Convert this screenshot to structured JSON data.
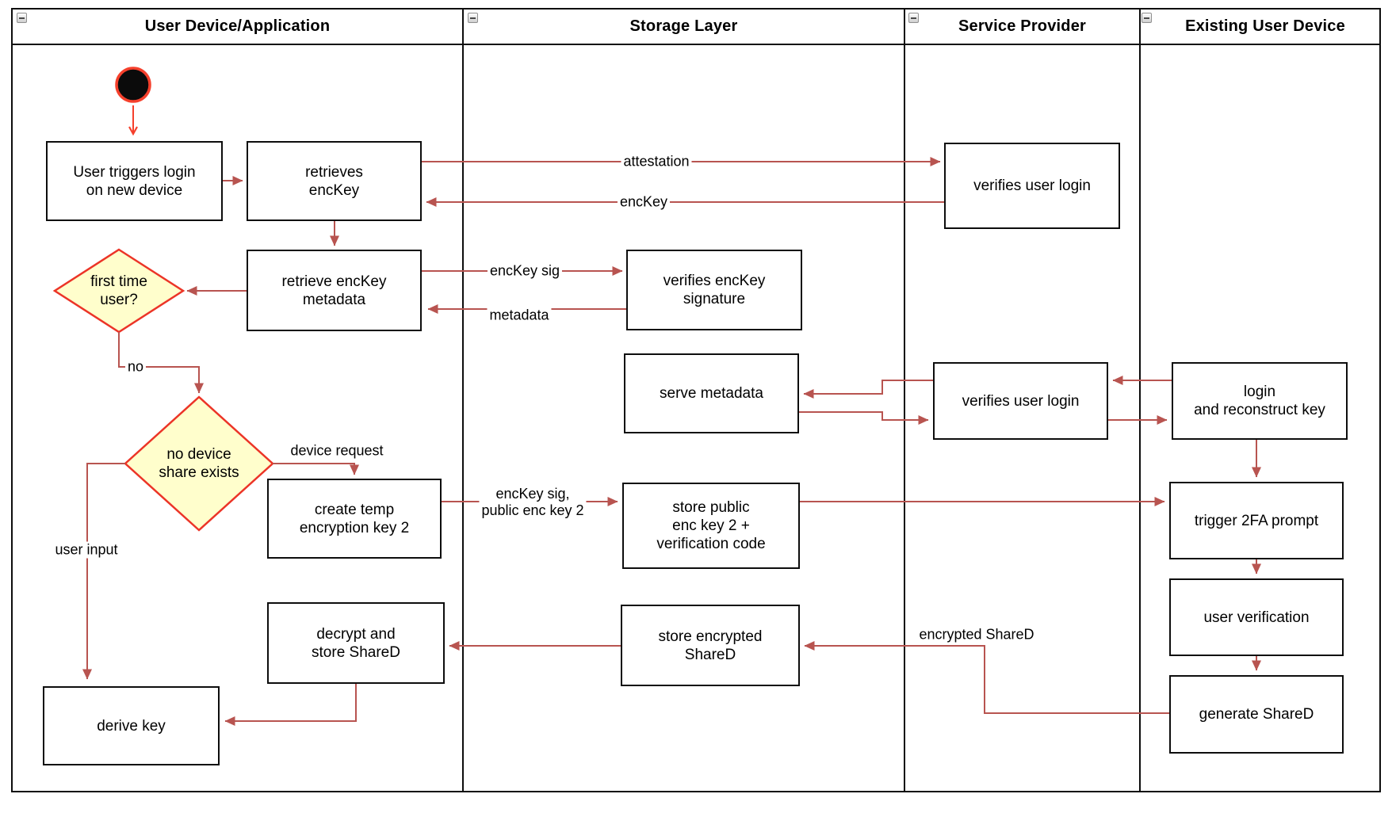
{
  "diagram_type": "swimlane-activity-diagram",
  "colors": {
    "connector": "#B85450",
    "start_flow": "#F5402C",
    "decision_fill": "#FFFECC",
    "decision_stroke": "#EC3427",
    "shape_stroke": "#0D0D0D",
    "lane_border": "#0D0D0D",
    "shape_fill": "#FFFFFF"
  },
  "lanes": [
    {
      "id": "user-device",
      "title": "User Device/Application"
    },
    {
      "id": "storage-layer",
      "title": "Storage Layer"
    },
    {
      "id": "service-provider",
      "title": "Service Provider"
    },
    {
      "id": "existing-user-device",
      "title": "Existing User Device"
    }
  ],
  "start": {
    "id": "start",
    "type": "initial-node",
    "lane": "user-device"
  },
  "nodes": [
    {
      "id": "user-triggers-login",
      "lane": "user-device",
      "type": "action",
      "label": "User triggers login\non new device"
    },
    {
      "id": "retrieves-enckey",
      "lane": "user-device",
      "type": "action",
      "label": "retrieves\nencKey"
    },
    {
      "id": "retrieve-enckey-metadata",
      "lane": "user-device",
      "type": "action",
      "label": "retrieve encKey\nmetadata"
    },
    {
      "id": "first-time-user",
      "lane": "user-device",
      "type": "decision",
      "label": "first time\nuser?"
    },
    {
      "id": "no-device-share-exists",
      "lane": "user-device",
      "type": "decision",
      "label": "no device\nshare exists"
    },
    {
      "id": "create-temp-encryption-key-2",
      "lane": "user-device",
      "type": "action",
      "label": "create temp\nencryption key 2"
    },
    {
      "id": "decrypt-and-store-shared",
      "lane": "user-device",
      "type": "action",
      "label": "decrypt and\nstore ShareD"
    },
    {
      "id": "derive-key",
      "lane": "user-device",
      "type": "action",
      "label": "derive key"
    },
    {
      "id": "verifies-enckey-signature",
      "lane": "storage-layer",
      "type": "action",
      "label": "verifies encKey\nsignature"
    },
    {
      "id": "serve-metadata",
      "lane": "storage-layer",
      "type": "action",
      "label": "serve metadata"
    },
    {
      "id": "store-public-enc-key-2",
      "lane": "storage-layer",
      "type": "action",
      "label": "store public\nenc key 2 +\nverification code"
    },
    {
      "id": "store-encrypted-shared",
      "lane": "storage-layer",
      "type": "action",
      "label": "store encrypted\nShareD"
    },
    {
      "id": "verifies-user-login-1",
      "lane": "service-provider",
      "type": "action",
      "label": "verifies user login"
    },
    {
      "id": "verifies-user-login-2",
      "lane": "service-provider",
      "type": "action",
      "label": "verifies user login"
    },
    {
      "id": "login-and-reconstruct-key",
      "lane": "existing-user-device",
      "type": "action",
      "label": "login\nand reconstruct key"
    },
    {
      "id": "trigger-2fa-prompt",
      "lane": "existing-user-device",
      "type": "action",
      "label": "trigger 2FA prompt"
    },
    {
      "id": "user-verification",
      "lane": "existing-user-device",
      "type": "action",
      "label": "user verification"
    },
    {
      "id": "generate-shared",
      "lane": "existing-user-device",
      "type": "action",
      "label": "generate ShareD"
    }
  ],
  "edges": [
    {
      "from": "start",
      "to": "user-triggers-login",
      "label": ""
    },
    {
      "from": "user-triggers-login",
      "to": "retrieves-enckey",
      "label": ""
    },
    {
      "from": "retrieves-enckey",
      "to": "verifies-user-login-1",
      "label": "attestation"
    },
    {
      "from": "verifies-user-login-1",
      "to": "retrieves-enckey",
      "label": "encKey"
    },
    {
      "from": "retrieves-enckey",
      "to": "retrieve-enckey-metadata",
      "label": ""
    },
    {
      "from": "retrieve-enckey-metadata",
      "to": "verifies-enckey-signature",
      "label": "encKey sig"
    },
    {
      "from": "verifies-enckey-signature",
      "to": "retrieve-enckey-metadata",
      "label": "metadata"
    },
    {
      "from": "retrieve-enckey-metadata",
      "to": "first-time-user",
      "label": ""
    },
    {
      "from": "first-time-user",
      "to": "no-device-share-exists",
      "label": "no"
    },
    {
      "from": "no-device-share-exists",
      "to": "create-temp-encryption-key-2",
      "label": "device request"
    },
    {
      "from": "create-temp-encryption-key-2",
      "to": "store-public-enc-key-2",
      "label": "encKey sig,\npublic enc key 2"
    },
    {
      "from": "store-public-enc-key-2",
      "to": "trigger-2fa-prompt",
      "label": ""
    },
    {
      "from": "login-and-reconstruct-key",
      "to": "verifies-user-login-2",
      "label": ""
    },
    {
      "from": "verifies-user-login-2",
      "to": "serve-metadata",
      "label": ""
    },
    {
      "from": "serve-metadata",
      "to": "verifies-user-login-2",
      "label": ""
    },
    {
      "from": "verifies-user-login-2",
      "to": "login-and-reconstruct-key",
      "label": ""
    },
    {
      "from": "login-and-reconstruct-key",
      "to": "trigger-2fa-prompt",
      "label": ""
    },
    {
      "from": "trigger-2fa-prompt",
      "to": "user-verification",
      "label": ""
    },
    {
      "from": "user-verification",
      "to": "generate-shared",
      "label": ""
    },
    {
      "from": "generate-shared",
      "to": "store-encrypted-shared",
      "label": "encrypted ShareD"
    },
    {
      "from": "store-encrypted-shared",
      "to": "decrypt-and-store-shared",
      "label": ""
    },
    {
      "from": "decrypt-and-store-shared",
      "to": "derive-key",
      "label": ""
    },
    {
      "from": "no-device-share-exists",
      "to": "derive-key",
      "label": "user input"
    }
  ]
}
